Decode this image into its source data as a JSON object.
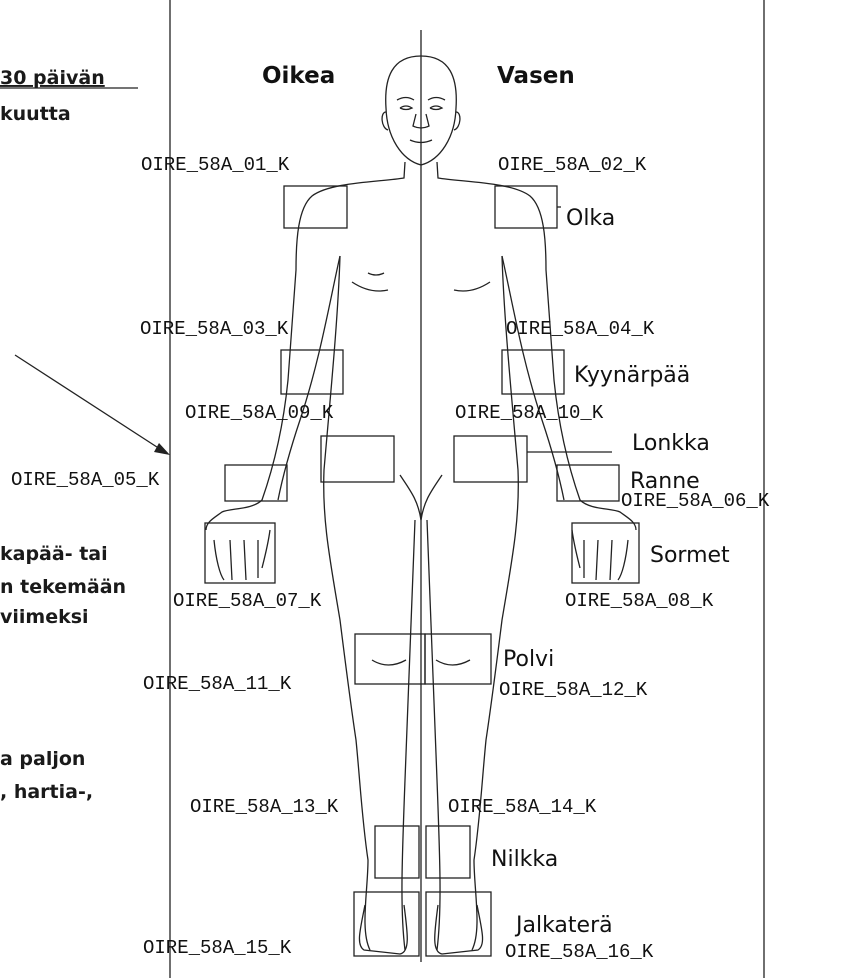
{
  "header": {
    "right_side_label": "Oikea",
    "left_side_label": "Vasen"
  },
  "cut_text": {
    "line1": "30 päivän",
    "line2": "kuutta",
    "line3": "kapää- tai",
    "line4": "n tekemään",
    "line5": "viimeksi",
    "line6": "a paljon",
    "line7": ", hartia-,"
  },
  "codes": {
    "c01": "OIRE_58A_01_K",
    "c02": "OIRE_58A_02_K",
    "c03": "OIRE_58A_03_K",
    "c04": "OIRE_58A_04_K",
    "c05": "OIRE_58A_05_K",
    "c06": "OIRE_58A_06_K",
    "c07": "OIRE_58A_07_K",
    "c08": "OIRE_58A_08_K",
    "c09": "OIRE_58A_09_K",
    "c10": "OIRE_58A_10_K",
    "c11": "OIRE_58A_11_K",
    "c12": "OIRE_58A_12_K",
    "c13": "OIRE_58A_13_K",
    "c14": "OIRE_58A_14_K",
    "c15": "OIRE_58A_15_K",
    "c16": "OIRE_58A_16_K"
  },
  "body_parts": {
    "shoulder": "Olka",
    "elbow": "Kyynärpää",
    "hip": "Lonkka",
    "wrist": "Ranne",
    "fingers": "Sormet",
    "knee": "Polvi",
    "ankle": "Nilkka",
    "foot": "Jalkaterä"
  }
}
